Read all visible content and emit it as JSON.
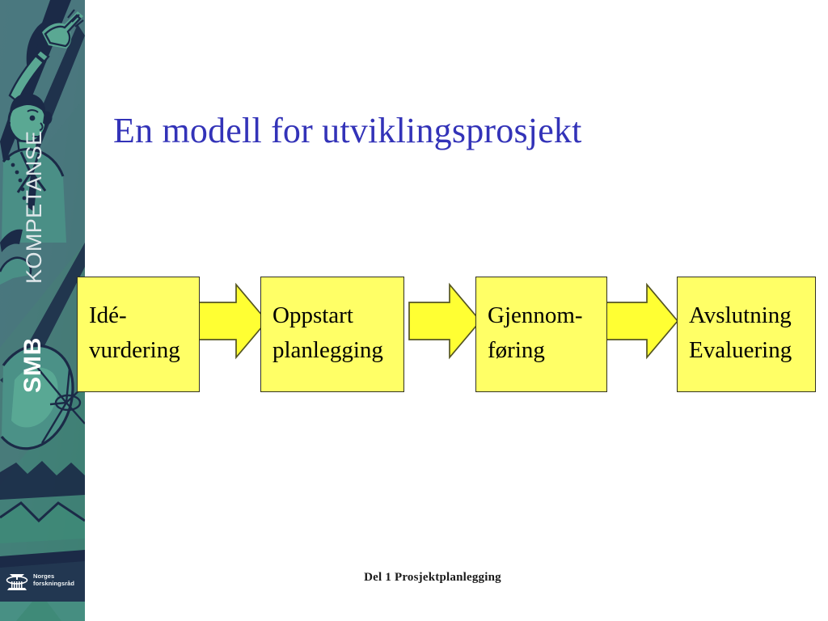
{
  "slide": {
    "title": "En modell for utviklingsprosjekt",
    "footer": "Del 1 Prosjektplanlegging",
    "background_color": "#ffffff",
    "title_color": "#3333b8"
  },
  "sidebar": {
    "brand_primary": "SMB",
    "brand_secondary": "KOMPETANSE",
    "logo_line_1": "Norges",
    "logo_line_2": "forskningsråd",
    "logo_icon": "research-council-column-icon",
    "artwork_icon": "stylized-figure-illustration",
    "colors": {
      "base": "#4e7b80",
      "teal_light": "#5aa893",
      "teal_mid": "#3f8a78",
      "outline_navy": "#1b2a47",
      "text": "#e8eef0"
    }
  },
  "diagram": {
    "type": "process-flow",
    "fill_color": "#ffff66",
    "border_color": "#333322",
    "arrow_fill": "#ffff33",
    "arrow_stroke": "#555522",
    "stages": [
      {
        "id": "stage-1",
        "line_1": "Idé-",
        "line_2": "vurdering"
      },
      {
        "id": "stage-2",
        "line_1": "Oppstart",
        "line_2": "planlegging"
      },
      {
        "id": "stage-3",
        "line_1": "Gjennom-",
        "line_2": "føring"
      },
      {
        "id": "stage-4",
        "line_1": "Avslutning",
        "line_2": "Evaluering"
      }
    ],
    "connectors": [
      {
        "id": "arrow-1",
        "from": "stage-1",
        "to": "stage-2",
        "icon": "right-arrow-icon"
      },
      {
        "id": "arrow-2",
        "from": "stage-2",
        "to": "stage-3",
        "icon": "right-arrow-icon"
      },
      {
        "id": "arrow-3",
        "from": "stage-3",
        "to": "stage-4",
        "icon": "right-arrow-icon"
      }
    ]
  }
}
